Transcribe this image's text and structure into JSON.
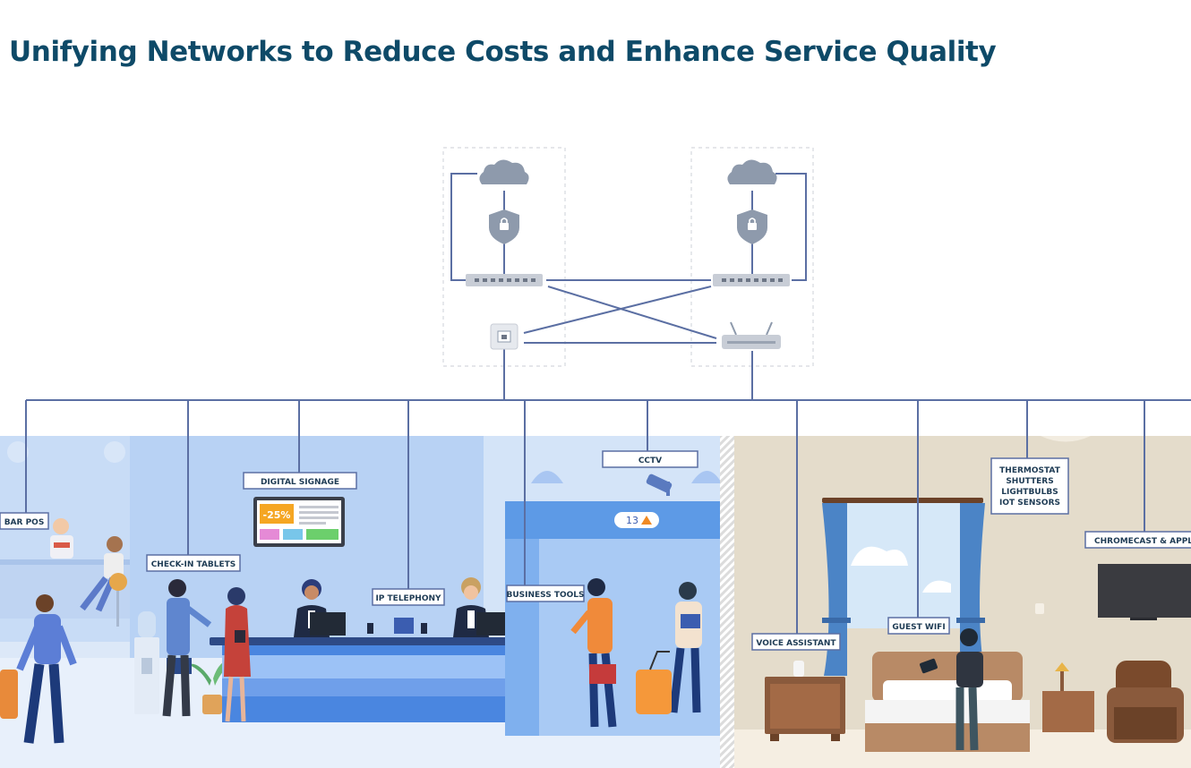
{
  "title": "Unifying Networks to Reduce Costs and Enhance Service Quality",
  "labels": {
    "bar_pos": "BAR POS",
    "check_in_tablets": "CHECK-IN TABLETS",
    "digital_signage": "DIGITAL SIGNAGE",
    "ip_telephony": "IP TELEPHONY",
    "business_tools": "BUSINESS TOOLS",
    "cctv": "CCTV",
    "voice_assistant": "VOICE ASSISTANT",
    "guest_wifi": "GUEST WIFI",
    "iot": [
      "THERMOSTAT",
      "SHUTTERS",
      "LIGHTBULBS",
      "IOT SENSORS"
    ],
    "chromecast": "CHROMECAST & APPLE TV"
  },
  "signage_discount": "-25%",
  "elevator_floor": "13",
  "colors": {
    "title": "#0e4a68",
    "line": "#5b6fa3",
    "lobby": "#cfe0f7",
    "room": "#e4dccb",
    "desk": "#4a86e0"
  }
}
